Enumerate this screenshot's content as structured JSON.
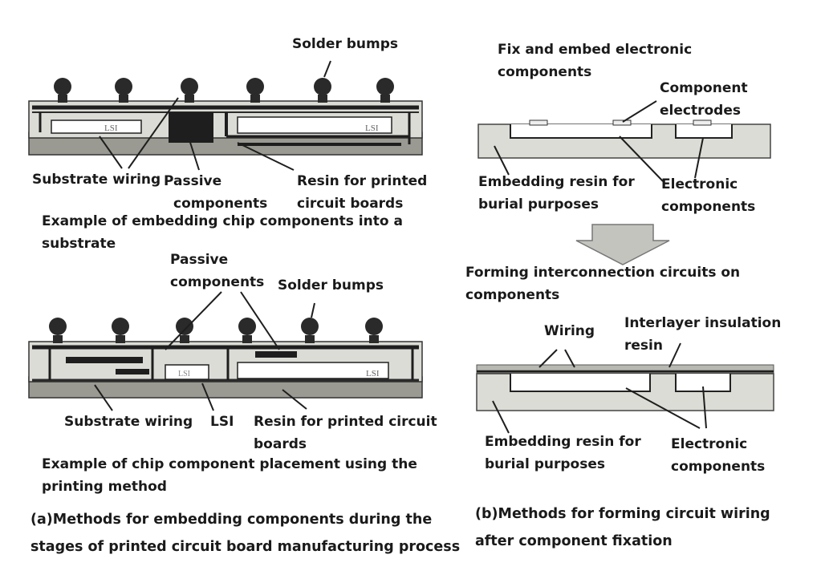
{
  "panel_a": {
    "diagram1": {
      "solder_bumps": "Solder bumps",
      "lsi_left": "LSI",
      "lsi_right": "LSI",
      "substrate_wiring": "Substrate wiring",
      "passive_line1": "Passive",
      "passive_line2": "components",
      "resin_line1": "Resin for printed",
      "resin_line2": "circuit boards",
      "caption_line1": "Example of embedding chip components into a",
      "caption_line2": "substrate"
    },
    "diagram2": {
      "passive_line1": "Passive",
      "passive_line2": "components",
      "solder_bumps": "Solder bumps",
      "lsi_inner": "LSI",
      "substrate_wiring": "Substrate wiring",
      "lsi": "LSI",
      "resin_line1": "Resin for printed circuit",
      "resin_line2": "boards",
      "caption_line1": "Example of chip component placement using the",
      "caption_line2": "printing method"
    },
    "caption_line1": "(a)Methods for embedding components during the",
    "caption_line2": "stages of printed circuit board manufacturing process"
  },
  "panel_b": {
    "step1": {
      "title_line1": "Fix and embed electronic",
      "title_line2": "components",
      "electrodes_line1": "Component",
      "electrodes_line2": "electrodes",
      "resin_line1": "Embedding resin for",
      "resin_line2": "burial purposes",
      "electronic_line1": "Electronic",
      "electronic_line2": "components"
    },
    "step2": {
      "title_line1": "Forming interconnection circuits on",
      "title_line2": "components",
      "wiring": "Wiring",
      "insulation_line1": "Interlayer insulation",
      "insulation_line2": "resin",
      "resin_line1": "Embedding resin for",
      "resin_line2": "burial purposes",
      "electronic_line1": "Electronic",
      "electronic_line2": "components"
    },
    "caption_line1": "(b)Methods for forming circuit wiring",
    "caption_line2": "after component fixation"
  },
  "colors": {
    "resin_fill": "#dcdcd6",
    "board_fill": "#9a9a92",
    "wiring": "#1e1e1e",
    "chip_fill": "#ffffff",
    "arrow_fill": "#c4c4bf"
  }
}
